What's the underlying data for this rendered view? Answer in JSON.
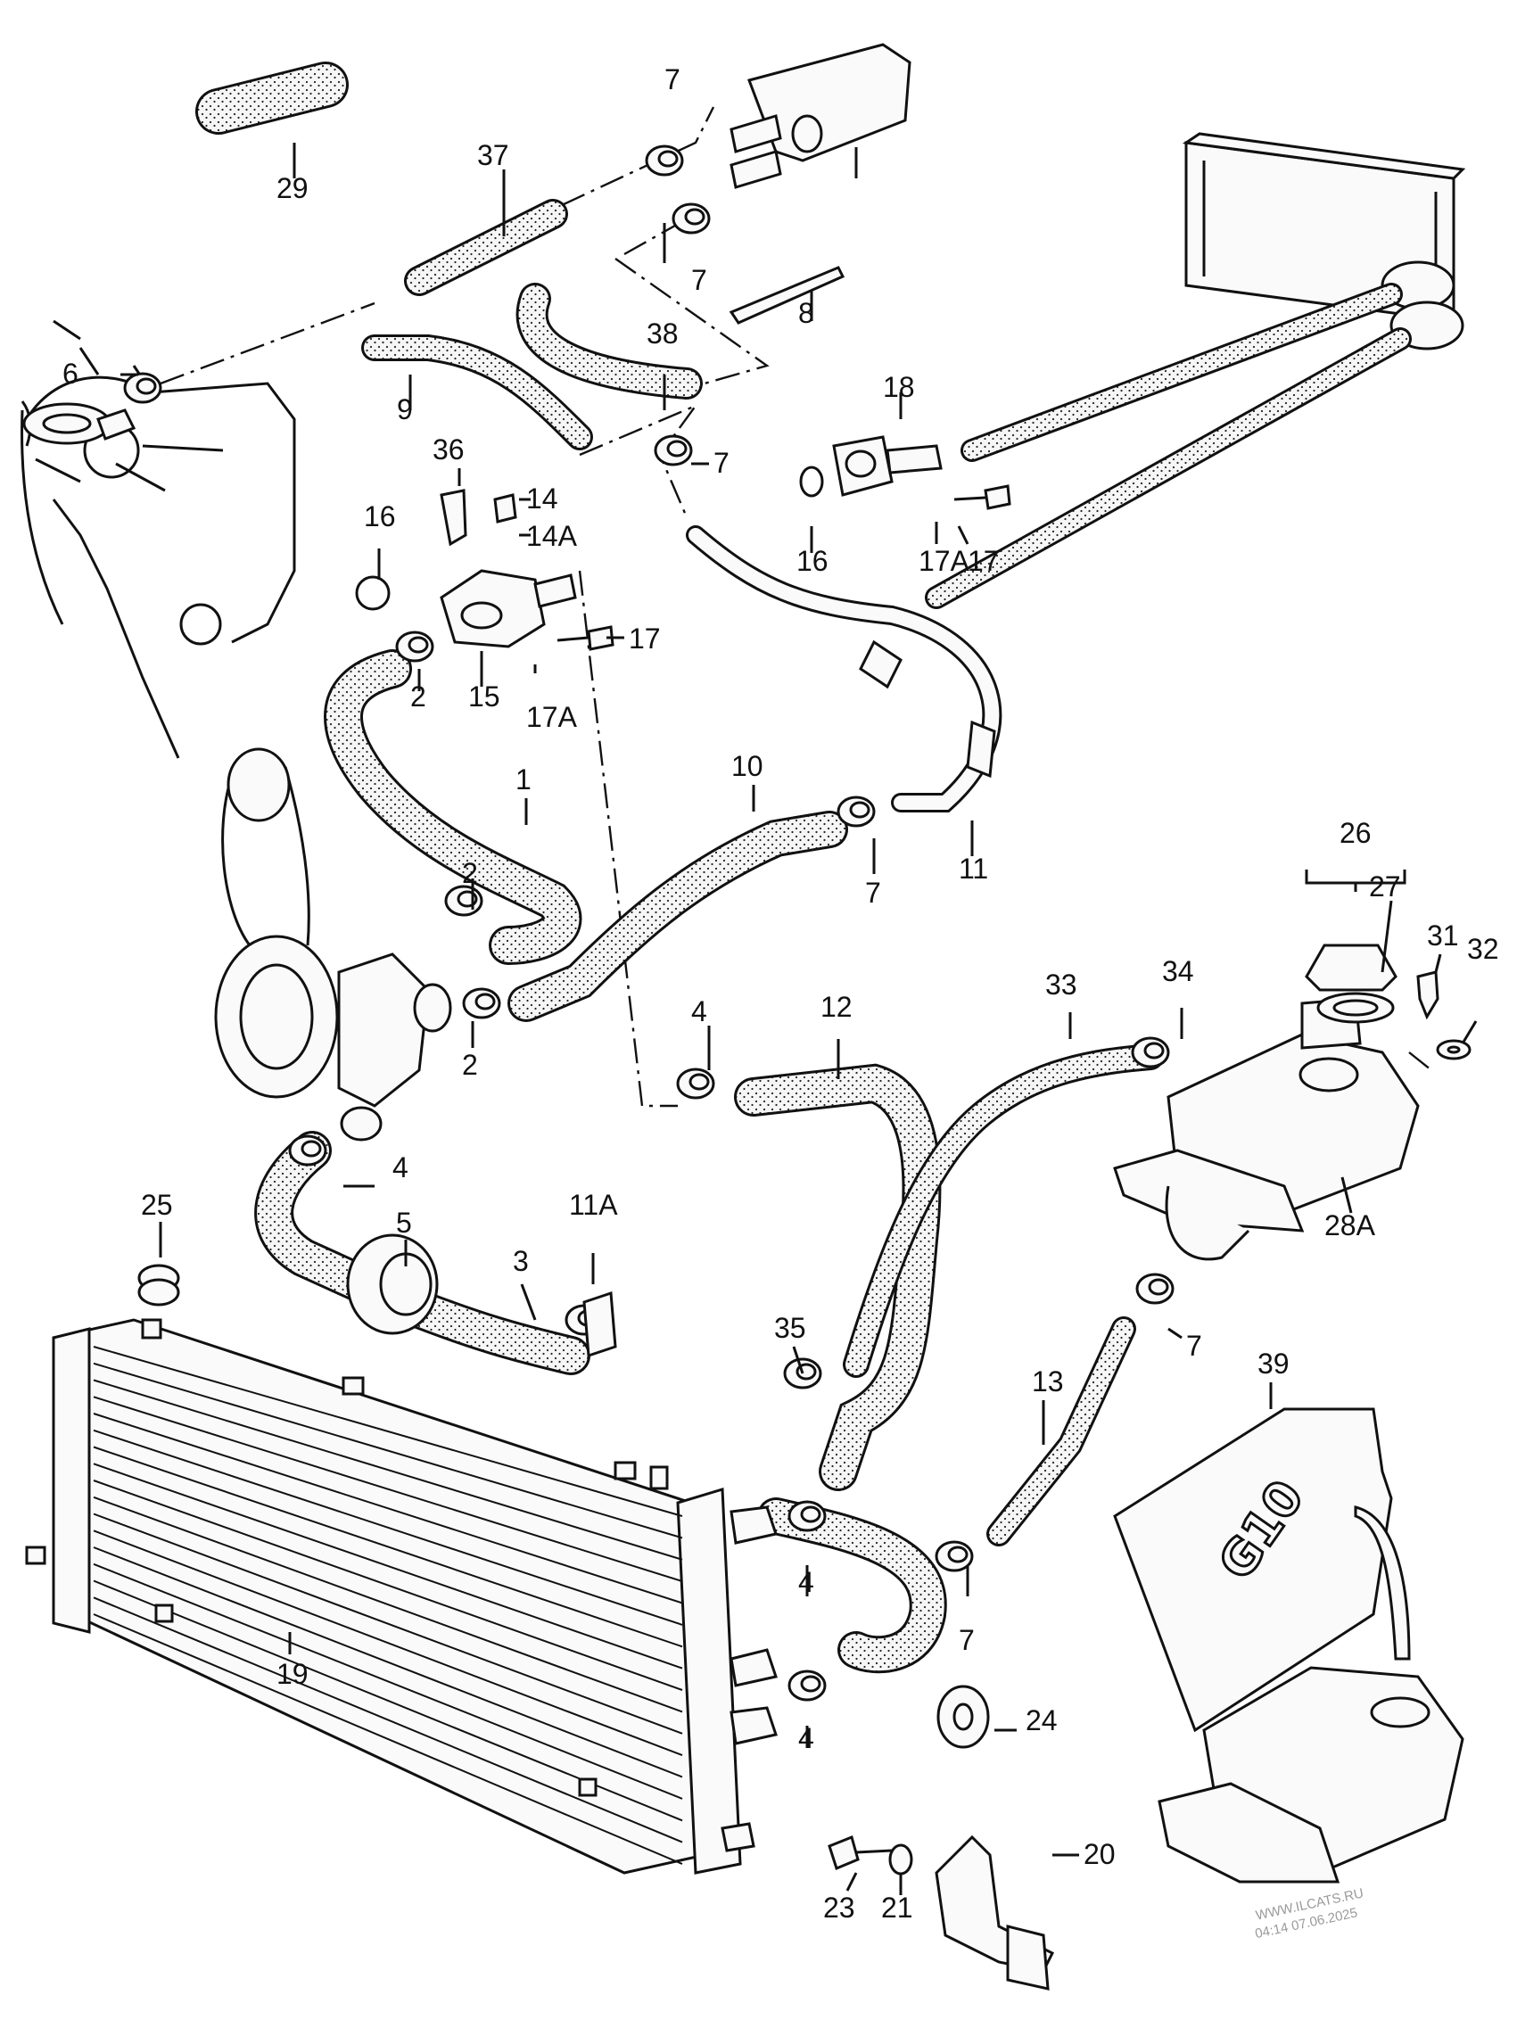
{
  "labels": {
    "p1": "1",
    "p2a": "2",
    "p2b": "2",
    "p2c": "2",
    "p3": "3",
    "p4a": "4",
    "p4b": "4",
    "p4c": "4",
    "p4d": "4",
    "p5": "5",
    "p6": "6",
    "p7a": "7",
    "p7b": "7",
    "p7c": "7",
    "p7d": "7",
    "p7e": "7",
    "p7f": "7",
    "p8": "8",
    "p9": "9",
    "p10": "10",
    "p11": "11",
    "p11a": "11A",
    "p12": "12",
    "p13": "13",
    "p14": "14",
    "p14a": "14A",
    "p15": "15",
    "p16a": "16",
    "p16b": "16",
    "p17a": "17",
    "p17b": "17",
    "p17aa": "17A",
    "p17ab": "17A",
    "p18": "18",
    "p19": "19",
    "p20": "20",
    "p21": "21",
    "p23": "23",
    "p24": "24",
    "p25": "25",
    "p26": "26",
    "p27": "27",
    "p28a": "28A",
    "p29": "29",
    "p31": "31",
    "p32": "32",
    "p33": "33",
    "p34": "34",
    "p35": "35",
    "p36": "36",
    "p37": "37",
    "p38": "38",
    "p39": "39"
  },
  "coolant_can_text": "G10",
  "watermark": {
    "line1": "WWW.ILCATS.RU",
    "line2": "04:14 07.06.2025"
  },
  "colors": {
    "ink": "#111111",
    "background": "#ffffff",
    "watermark": "#9a9a9a"
  }
}
